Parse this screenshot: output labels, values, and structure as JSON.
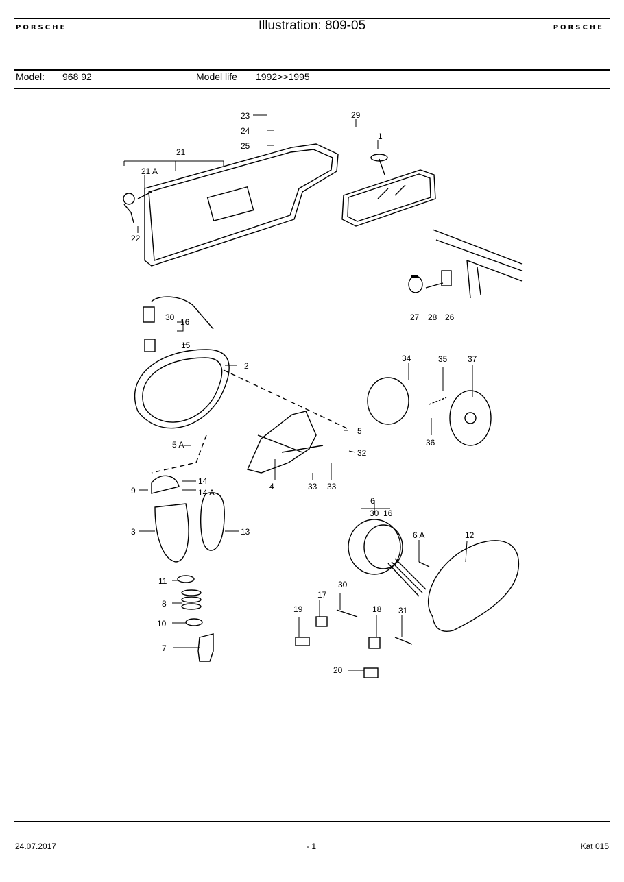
{
  "header": {
    "brand_left": "PORSCHE",
    "brand_right": "PORSCHE",
    "title": "Illustration: 809-05",
    "model_label": "Model:",
    "model_value": "968 92",
    "model_life_label": "Model life",
    "model_life_value": "1992>>1995"
  },
  "callouts": {
    "c1": "1",
    "c2": "2",
    "c3": "3",
    "c4": "4",
    "c5": "5",
    "c5a": "5 A",
    "c6": "6",
    "c6a": "6 A",
    "c7": "7",
    "c8": "8",
    "c9": "9",
    "c10": "10",
    "c11": "11",
    "c12": "12",
    "c13": "13",
    "c14": "14",
    "c14a": "14 A",
    "c15": "15",
    "c16": "16",
    "c16b": "16",
    "c17": "17",
    "c18": "18",
    "c19": "19",
    "c20": "20",
    "c21": "21",
    "c21a": "21 A",
    "c22": "22",
    "c23": "23",
    "c24": "24",
    "c25": "25",
    "c26": "26",
    "c27": "27",
    "c28": "28",
    "c29": "29",
    "c30a": "30",
    "c30b": "30",
    "c30c": "30",
    "c31": "31",
    "c32": "32",
    "c33a": "33",
    "c33b": "33",
    "c34": "34",
    "c35": "35",
    "c36": "36",
    "c37": "37"
  },
  "footer": {
    "date": "24.07.2017",
    "page": "- 1",
    "catalog": "Kat 015"
  }
}
